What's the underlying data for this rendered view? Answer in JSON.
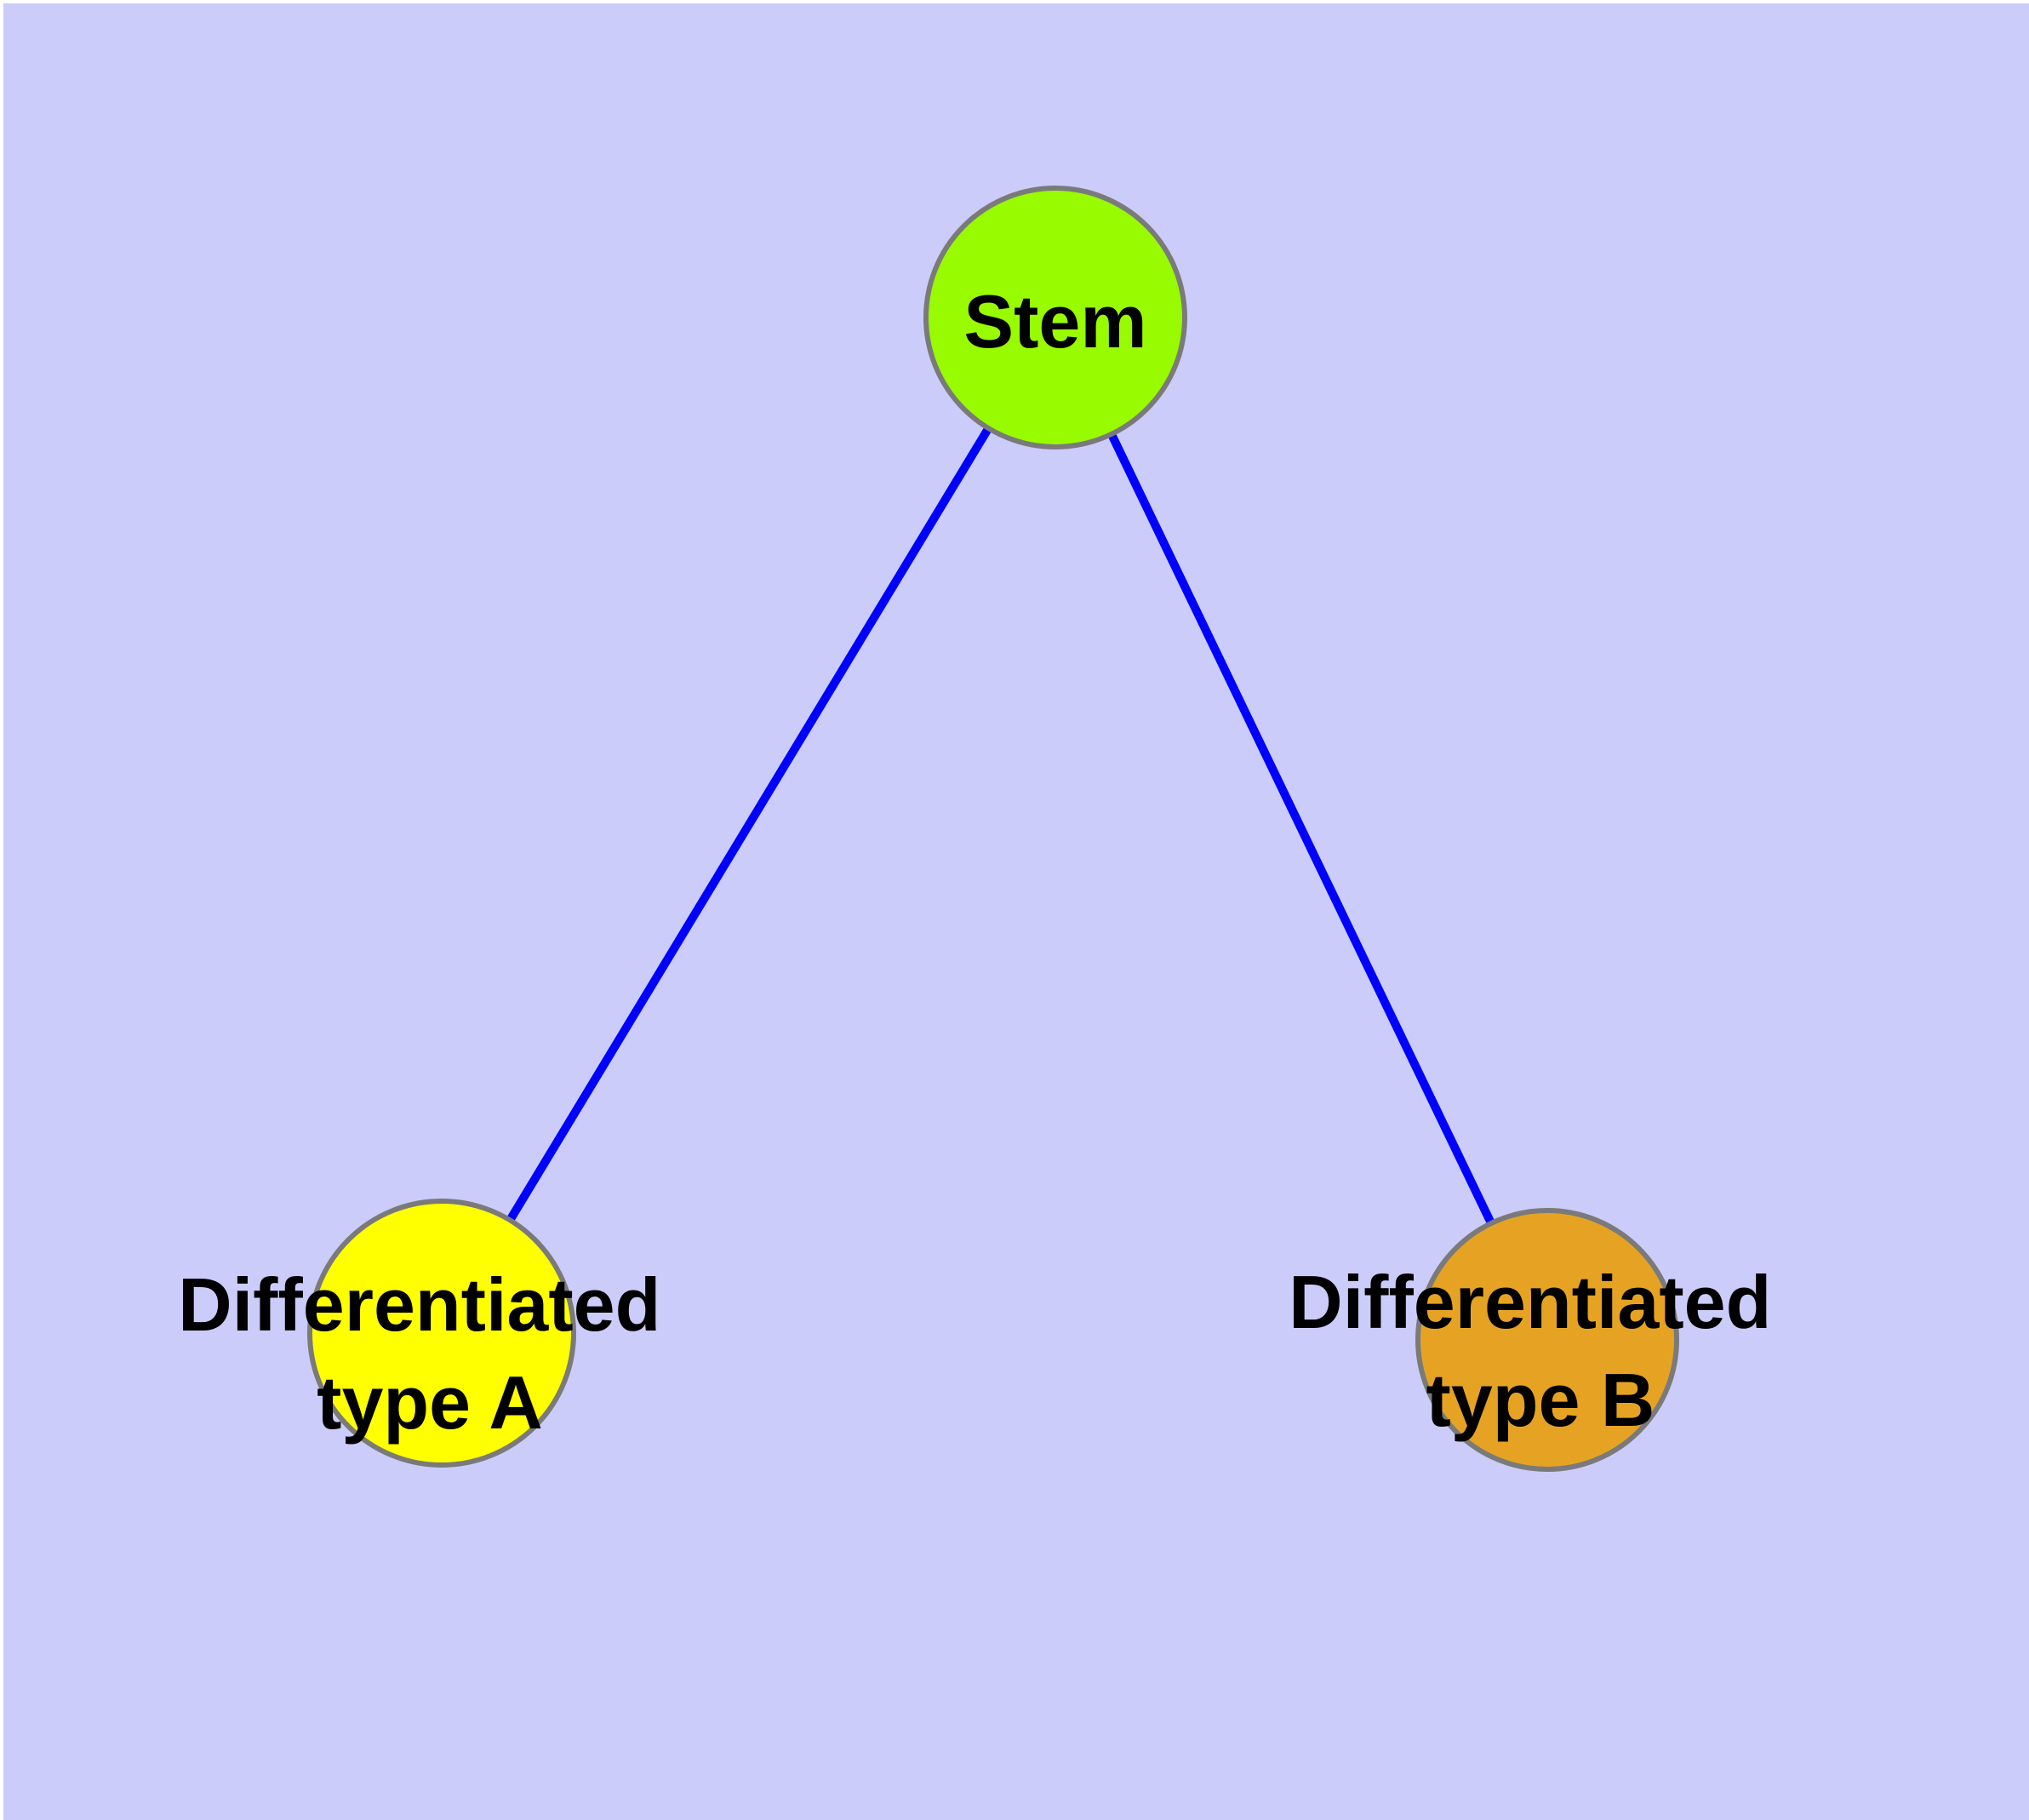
{
  "diagram": {
    "type": "graph",
    "description_visible_text": [
      "Stem",
      "Differentiated type A",
      "Differentiated type B"
    ],
    "nodes": {
      "stem": {
        "label": "Stem",
        "color": "#98FB00",
        "shape": "circle"
      },
      "type_a": {
        "label_lines": [
          "Differentiated",
          "type A"
        ],
        "label": "Differentiated type A",
        "color": "#FFFF00",
        "shape": "circle"
      },
      "type_b": {
        "label_lines": [
          "Differentiated",
          "type B"
        ],
        "label": "Differentiated type B",
        "color": "#E6A323",
        "shape": "circle"
      }
    },
    "edges": [
      {
        "from": "Stem",
        "to": "Differentiated type A"
      },
      {
        "from": "Stem",
        "to": "Differentiated type B"
      }
    ],
    "colors": {
      "background": "#CCCCFA",
      "page_margin": "#FFFFFF",
      "edge": "#0000FF",
      "node_border": "#7A7A7A",
      "label_text": "#000000"
    }
  }
}
